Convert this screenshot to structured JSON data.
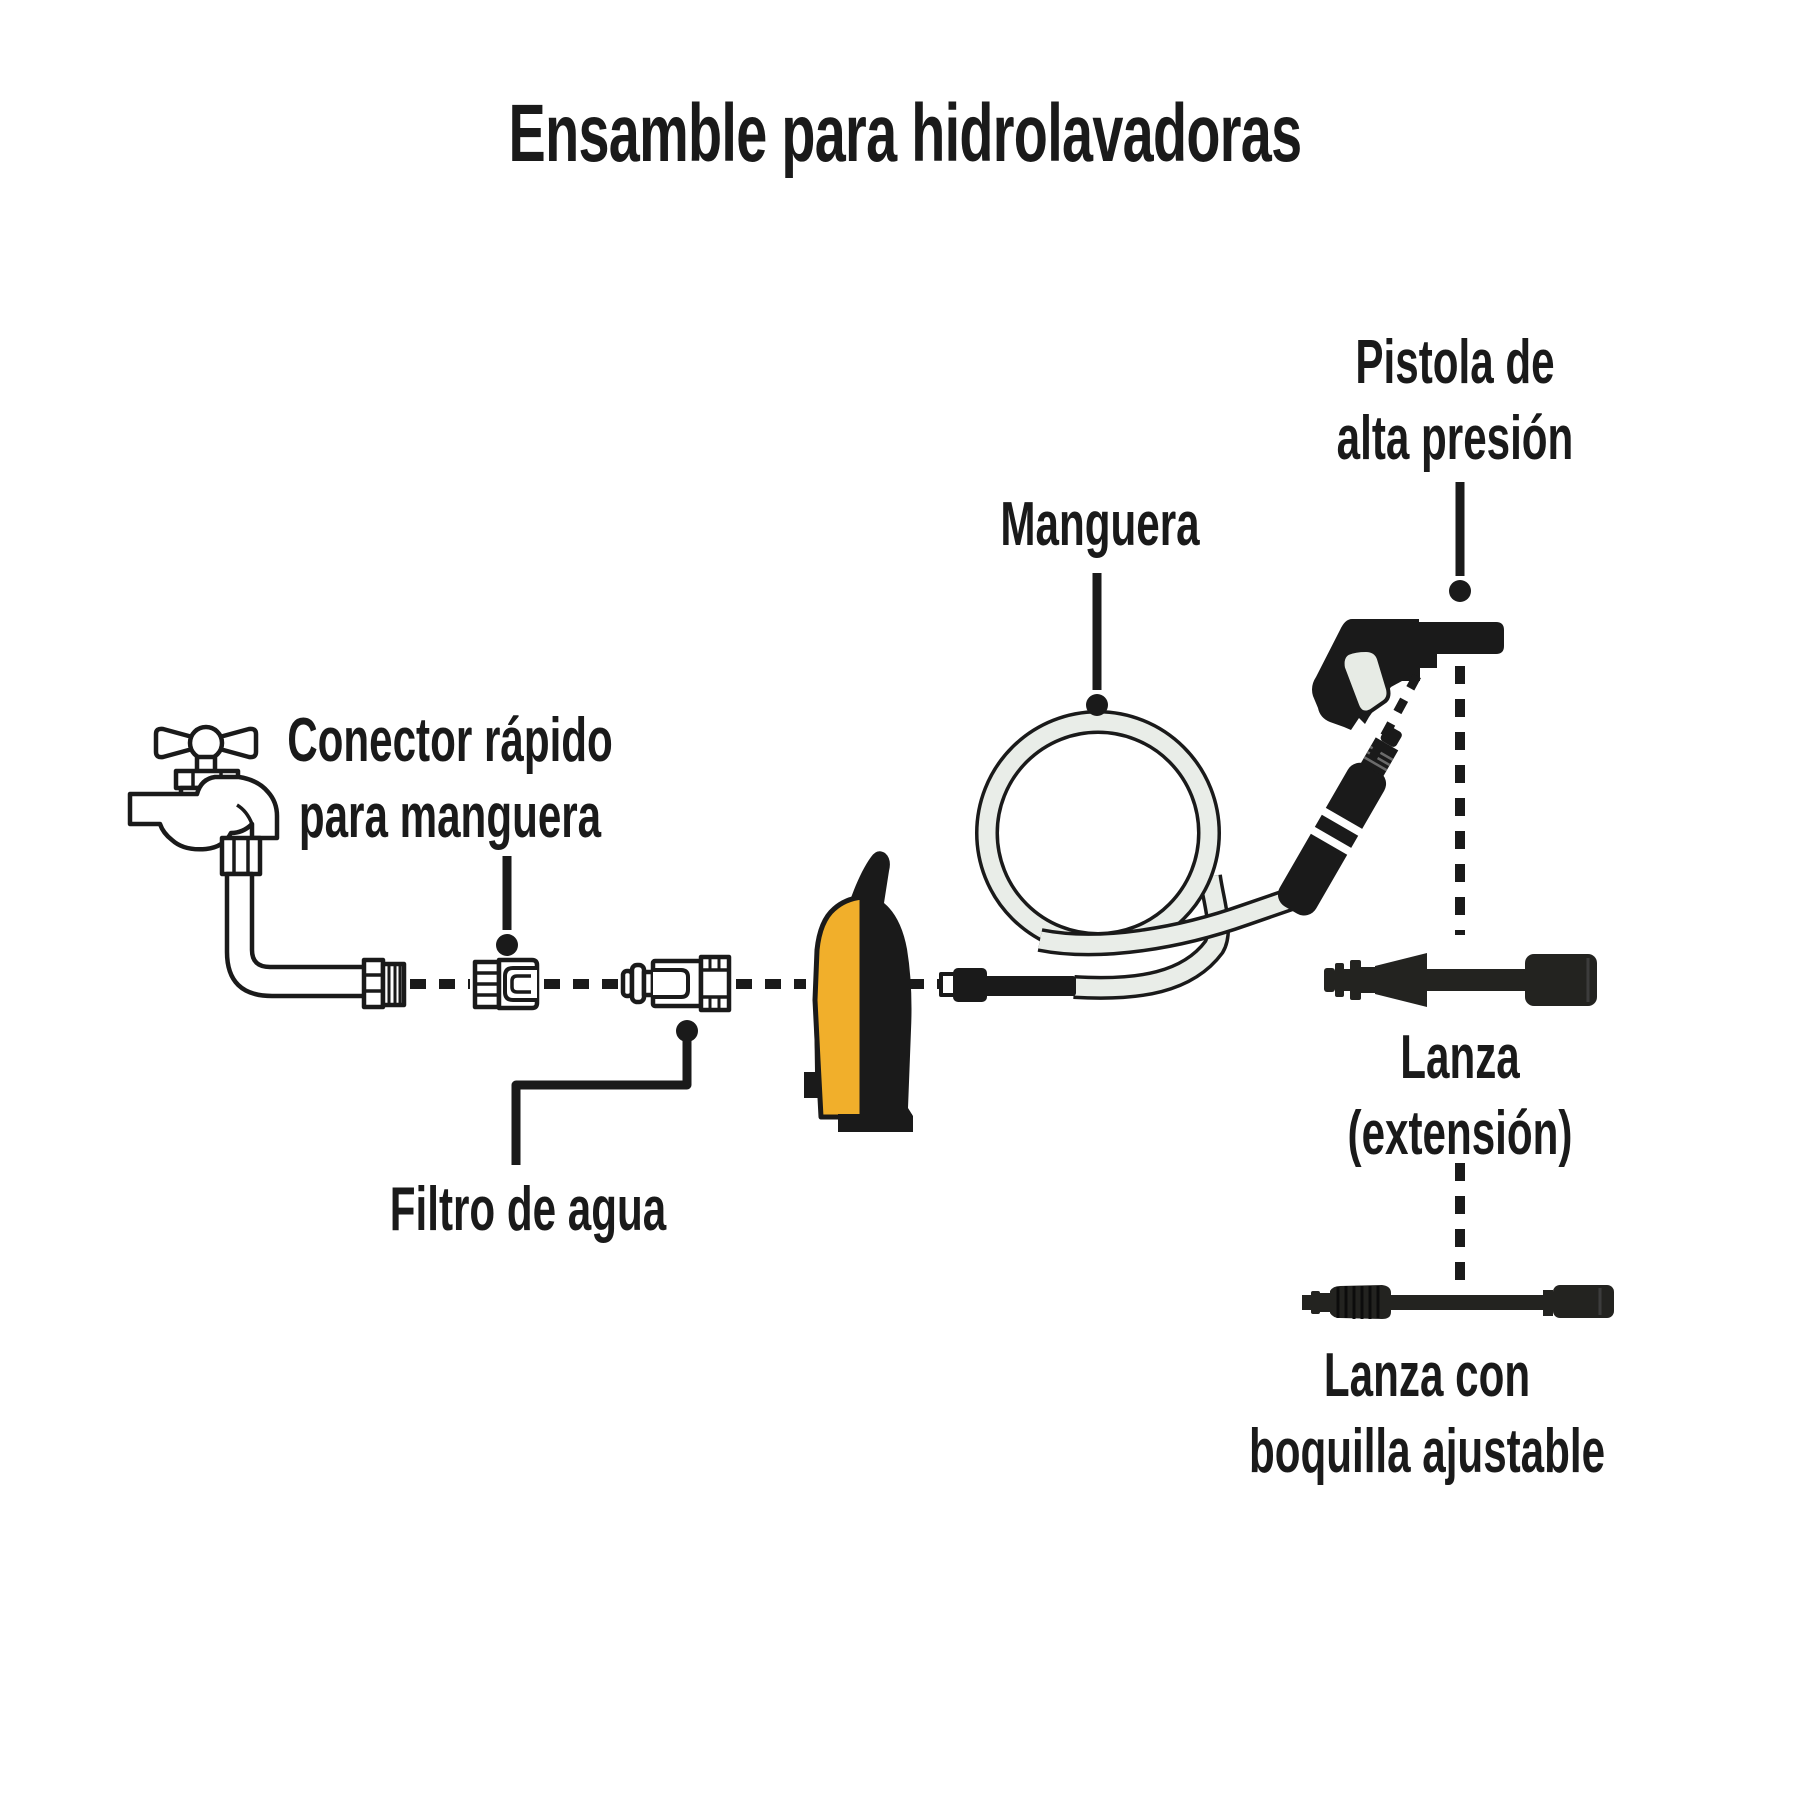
{
  "title": "Ensamble para hidrolavadoras",
  "colors": {
    "ink": "#1a1a1a",
    "accent_yellow": "#F1AF2B",
    "hose_gray": "#E9EDE8",
    "trigger_gray": "#E7EBE5",
    "part_black": "#232320"
  },
  "labels": {
    "conector": {
      "line1": "Conector rápido",
      "line2": "para manguera"
    },
    "filtro": {
      "text": "Filtro de agua"
    },
    "manguera": {
      "text": "Manguera"
    },
    "pistola": {
      "line1": "Pistola de",
      "line2": "alta presión"
    },
    "lanza_extension": {
      "line1": "Lanza",
      "line2": "(extensión)"
    },
    "lanza_boquilla": {
      "line1": "Lanza con",
      "line2": "boquilla ajustable"
    }
  },
  "parts": [
    "water-faucet",
    "quick-hose-connector",
    "water-filter",
    "pressure-washer-unit",
    "hose",
    "high-pressure-gun",
    "lance-extension",
    "lance-adjustable-nozzle"
  ]
}
